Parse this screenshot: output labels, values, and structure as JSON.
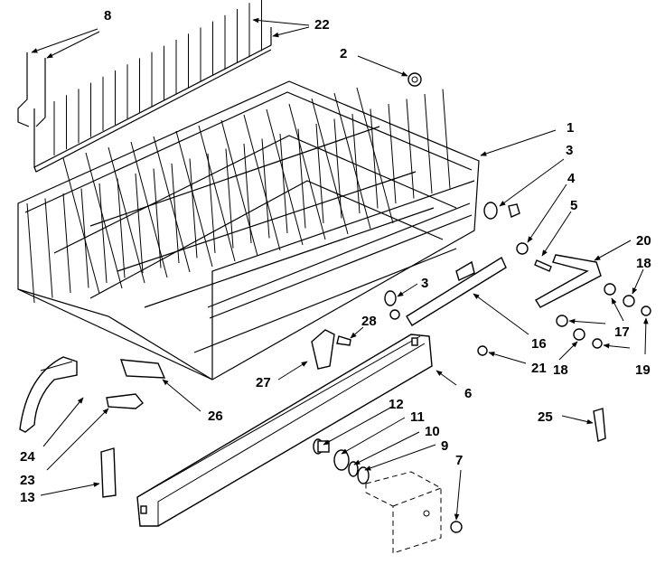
{
  "callouts": {
    "c1": "1",
    "c2": "2",
    "c3a": "3",
    "c3b": "3",
    "c4": "4",
    "c5": "5",
    "c6": "6",
    "c7": "7",
    "c8": "8",
    "c9": "9",
    "c10": "10",
    "c11": "11",
    "c12": "12",
    "c13": "13",
    "c16": "16",
    "c17": "17",
    "c18a": "18",
    "c18b": "18",
    "c19": "19",
    "c20": "20",
    "c21": "21",
    "c22": "22",
    "c23": "23",
    "c24": "24",
    "c25": "25",
    "c26": "26",
    "c27": "27",
    "c28": "28"
  }
}
